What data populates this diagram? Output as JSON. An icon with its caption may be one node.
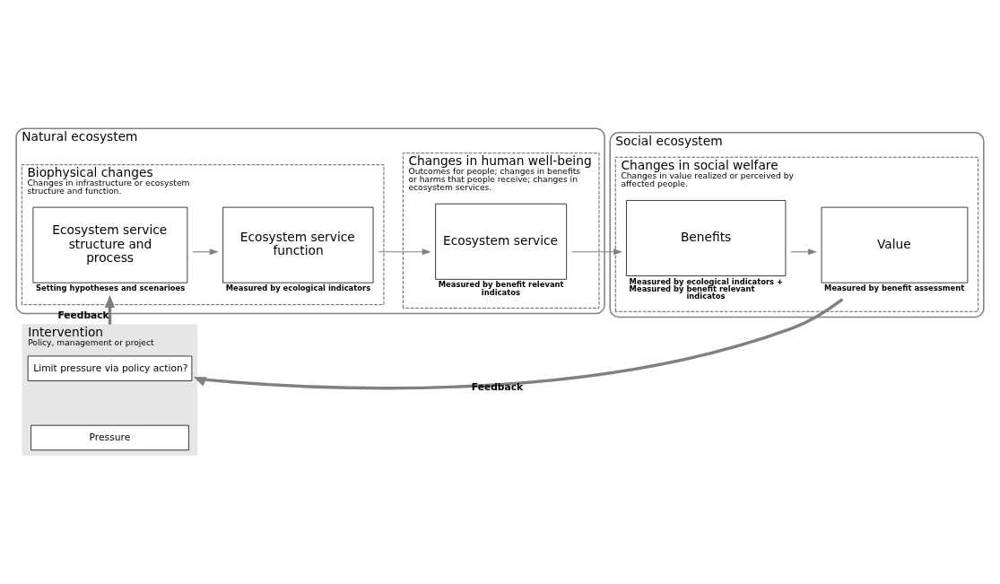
{
  "diagram": {
    "nodes": [
      {
        "text": [
          "Natural ecosystem"
        ]
      },
      {
        "text": [
          "Biophysical changes",
          "Changes in infrastructure or ecosystem structure and function."
        ],
        "in": 0
      },
      {
        "text": [
          "Ecosystem service structure and process"
        ],
        "beside": [
          "Setting hypotheses and scenarioes"
        ],
        "in": 1
      },
      {
        "text": [
          "Ecosystem service function"
        ],
        "beside": [
          "Measured by ecological indicators"
        ],
        "in": 1
      },
      {
        "text": [
          "Changes in human well-being",
          "Outcomes for people; changes in benefits or harms that people receive; changes in ecosystem services."
        ],
        "in": 0
      },
      {
        "text": [
          "Ecosystem service"
        ],
        "beside": [
          "Measured by benefit relevant indicatos"
        ],
        "in": 4
      },
      {
        "text": [
          "Social ecosystem"
        ]
      },
      {
        "text": [
          "Changes in social welfare",
          "Changes in value realized or perceived by affected people."
        ],
        "in": 6
      },
      {
        "text": [
          "Benefits"
        ],
        "beside": [
          "Measured by ecological indicators + Measured by benefit relevant indicatos"
        ],
        "in": 7
      },
      {
        "text": [
          "Value"
        ],
        "beside": [
          "Measured by benefit assessment"
        ],
        "in": 7
      },
      {
        "text": [
          "Intervention",
          "Policy, management or project"
        ]
      },
      {
        "text": [
          "Limit pressure via policy action?"
        ],
        "in": 10
      },
      {
        "text": [
          "Pressure"
        ],
        "in": 10
      }
    ],
    "edges": [
      {
        "from": 2,
        "to": 3,
        "arrow": "to"
      },
      {
        "from": 3,
        "to": 5,
        "arrow": "to"
      },
      {
        "from": 5,
        "to": 8,
        "arrow": "to"
      },
      {
        "from": 8,
        "to": 9,
        "arrow": "to"
      },
      {
        "from": 9,
        "to": 10,
        "arrow": "to",
        "label": "Feedback",
        "style": "thick"
      },
      {
        "from": 10,
        "to": 2,
        "arrow": "to",
        "label": "Feedback",
        "style": "thick"
      }
    ]
  }
}
